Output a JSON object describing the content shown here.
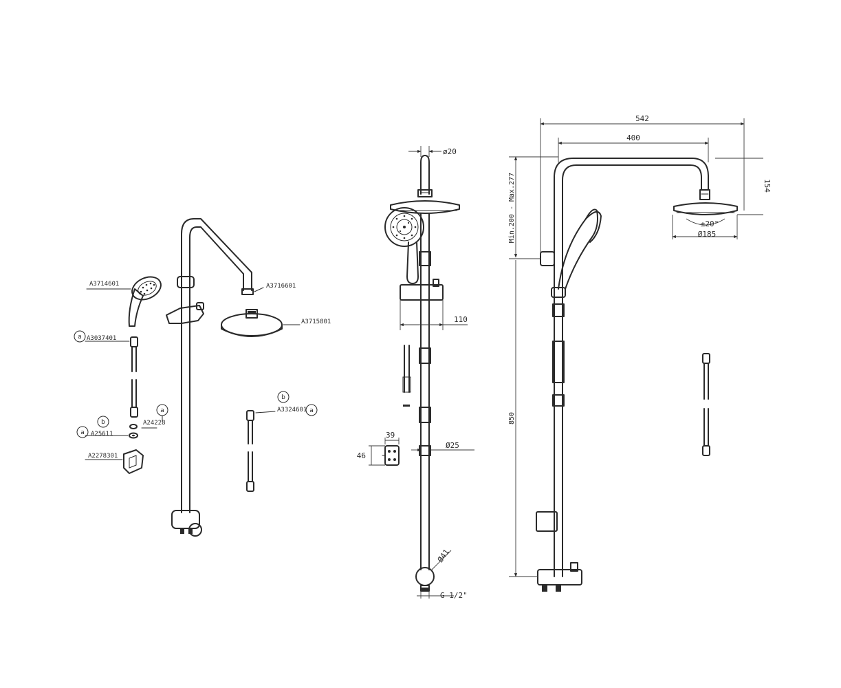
{
  "exploded_view": {
    "part_labels": {
      "hand_shower": "A3714601",
      "arm": "A3716601",
      "head_shower": "A3715801",
      "hose_a": "A3037401",
      "washer_small": "A24228",
      "washer_seal": "A25611",
      "wall_bracket": "A2278301",
      "hose_b": "A3324601"
    },
    "variant_tags": {
      "a": "a",
      "b": "b"
    }
  },
  "front_view": {
    "dimensions": {
      "top_pipe_diameter": "ø20",
      "slider_width": "110",
      "rail_diameter": "Ø25",
      "bracket_width": "39",
      "bracket_height": "46",
      "bottom_diameter": "Ø41",
      "connection_thread": "G 1/2\""
    }
  },
  "side_view": {
    "dimensions": {
      "overall_width": "542",
      "arm_reach": "400",
      "head_drop": "154",
      "adjustment_range": "Min.200 - Max.277",
      "rail_height": "850",
      "tilt_angle": "±20°",
      "head_diameter": "Ø185"
    }
  }
}
